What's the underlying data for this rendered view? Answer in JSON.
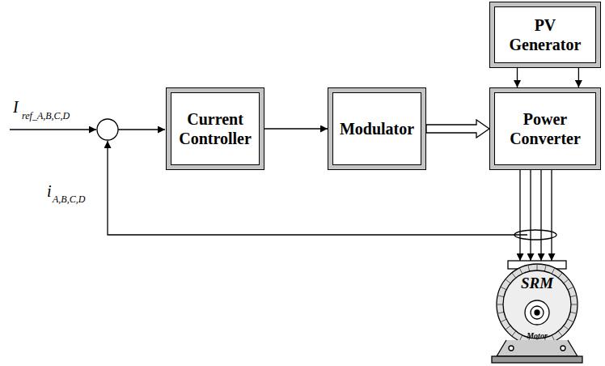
{
  "diagram": {
    "nodes": [
      {
        "text": [
          "Current Controller"
        ]
      },
      {
        "text": [
          "Modulator"
        ]
      },
      {
        "text": [
          "Power Converter"
        ]
      },
      {
        "text": [
          "PV Generator"
        ]
      }
    ],
    "edges": [
      {
        "from": 0,
        "to": 1,
        "arrow": "to"
      },
      {
        "from": 1,
        "to": 2,
        "arrow": "to"
      },
      {
        "from": 3,
        "to": 2,
        "arrow": "to"
      },
      {
        "from": 3,
        "to": 2,
        "arrow": "to"
      }
    ],
    "labels": [
      "I",
      "ref_A,B,C,D",
      "i",
      "A,B,C,D",
      "SRM",
      "Motor"
    ]
  }
}
